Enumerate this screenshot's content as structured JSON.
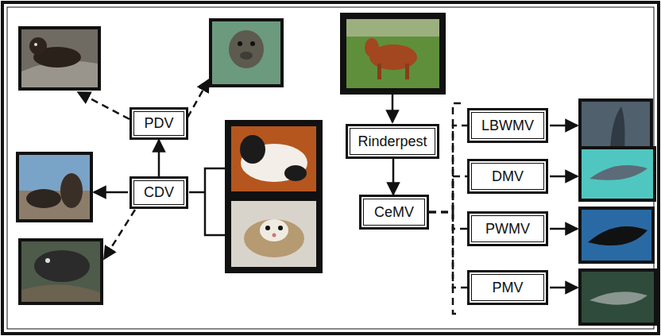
{
  "diagram": {
    "nodes": [
      {
        "text": [
          "PDV"
        ]
      },
      {
        "text": [
          "CDV"
        ]
      },
      {
        "text": [
          "Rinderpest"
        ]
      },
      {
        "text": [
          "CeMV"
        ]
      },
      {
        "text": [
          "LBWMV"
        ]
      },
      {
        "text": [
          "DMV"
        ]
      },
      {
        "text": [
          "PWMV"
        ]
      },
      {
        "text": [
          "PMV"
        ]
      }
    ],
    "edges": [
      {
        "from": 1,
        "to": 0,
        "arrow": "to"
      },
      {
        "from": 2,
        "to": 3,
        "arrow": "to"
      },
      {
        "from": 3,
        "to": 4,
        "arrow": "none"
      },
      {
        "from": 3,
        "to": 5,
        "arrow": "none"
      },
      {
        "from": 3,
        "to": 6,
        "arrow": "none"
      },
      {
        "from": 3,
        "to": 7,
        "arrow": "none"
      }
    ]
  }
}
